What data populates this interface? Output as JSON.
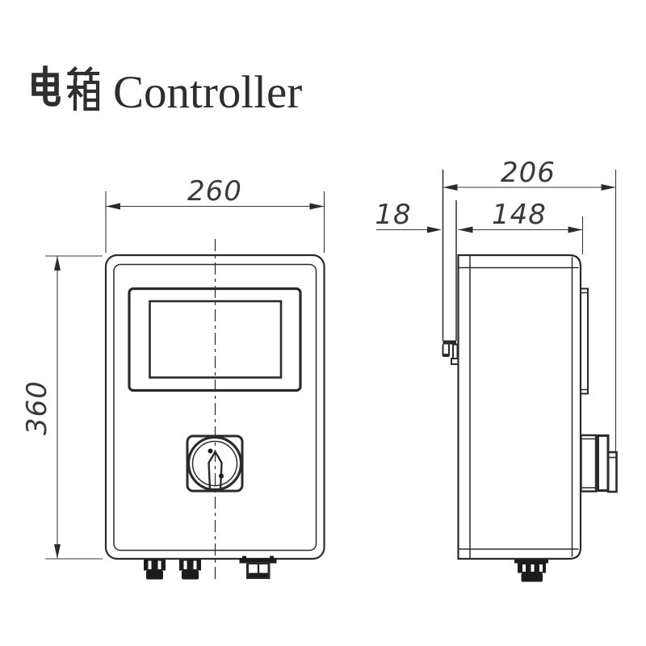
{
  "title": {
    "zh": "电箱",
    "en": "Controller"
  },
  "dimensions": {
    "front_width": "260",
    "front_height": "360",
    "side_total_depth": "206",
    "side_mount_offset": "18",
    "side_body_depth": "148"
  },
  "colors": {
    "line": "#2b2b2b",
    "dim_text": "#3a3a3a",
    "background": "#ffffff"
  }
}
